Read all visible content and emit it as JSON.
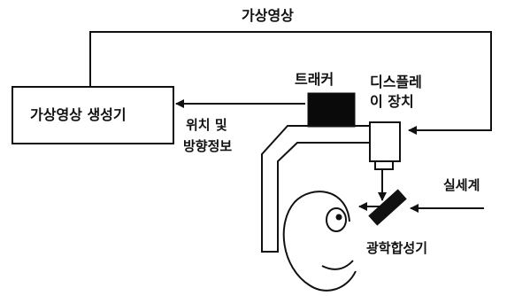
{
  "diagram": {
    "labels": {
      "virtual_image": "가상영상",
      "generator": "가상영상 생성기",
      "tracker": "트래커",
      "display_line1": "디스플레",
      "display_line2": "이 장치",
      "position_line1": "위치 및",
      "position_line2": "방향정보",
      "real_world": "실세계",
      "combiner": "광학합성기"
    },
    "colors": {
      "line": "#111111",
      "tracker_fill": "#0a0a0a",
      "background": "#ffffff"
    }
  }
}
